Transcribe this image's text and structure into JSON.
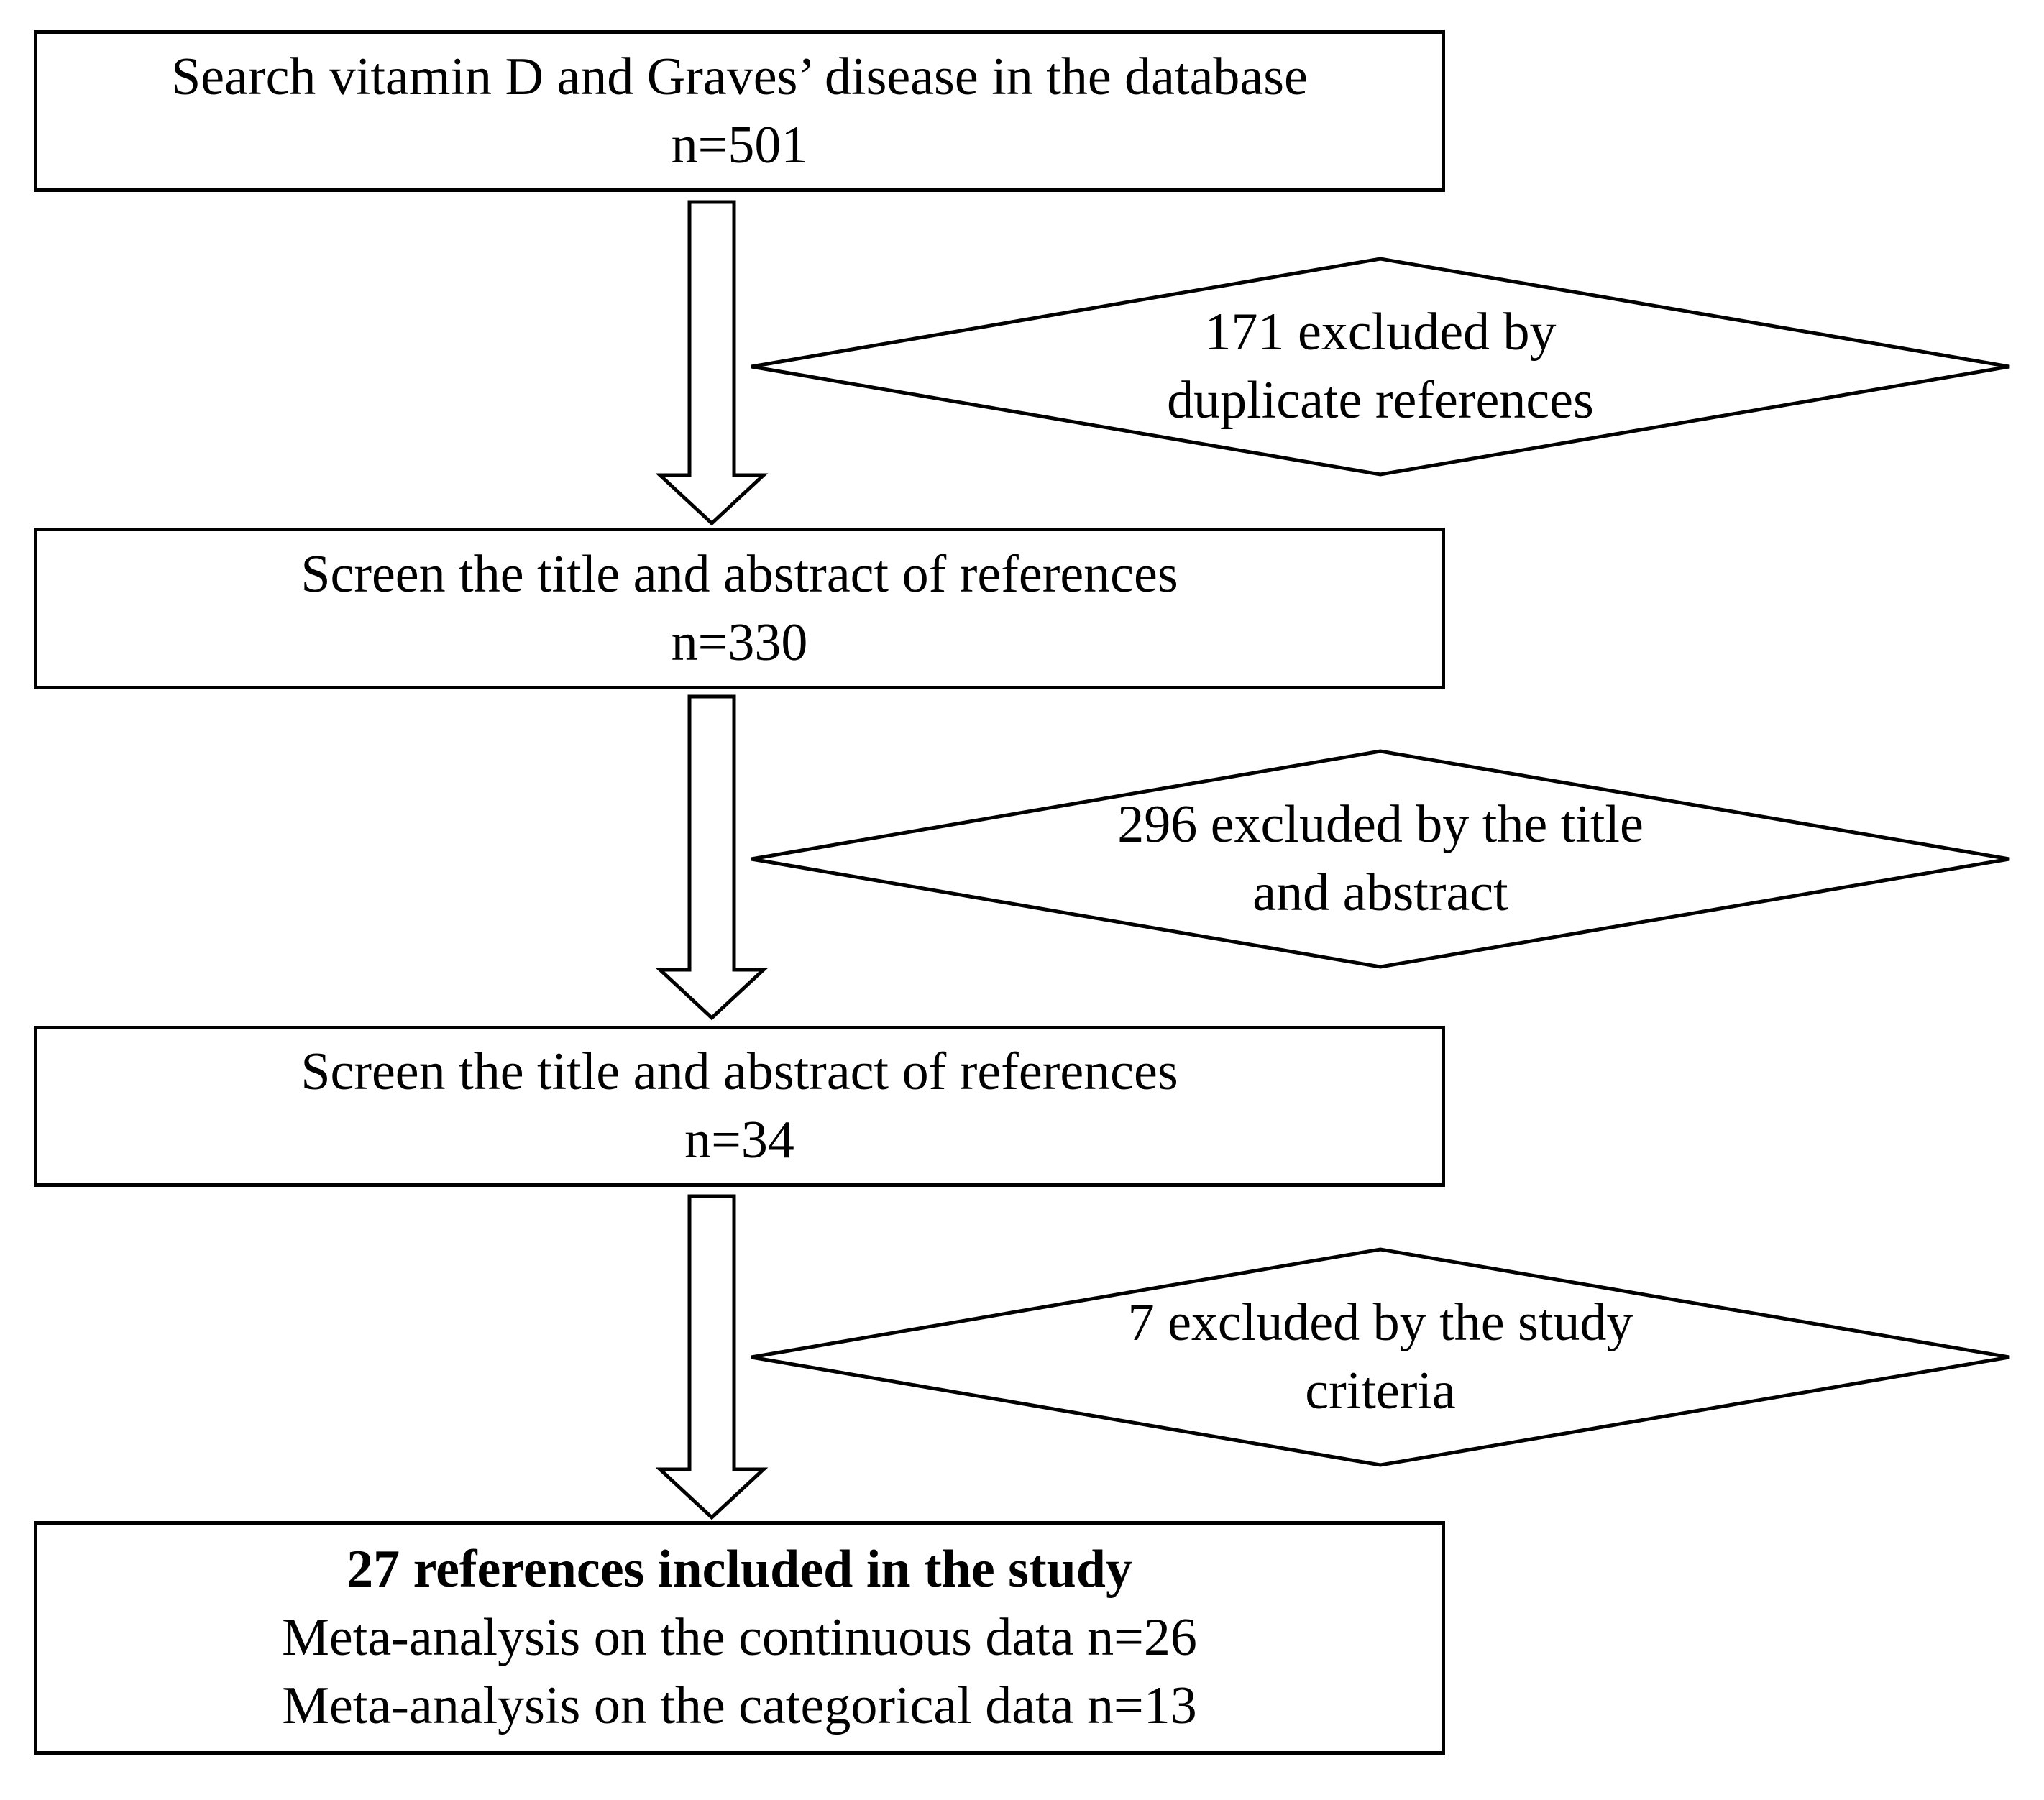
{
  "flowchart": {
    "colors": {
      "stroke": "#000000",
      "fill": "#ffffff"
    },
    "boxes": [
      {
        "lines": [
          "Search vitamin D and Graves’ disease in the database",
          "n=501"
        ]
      },
      {
        "lines": [
          "Screen the title and abstract of references",
          "n=330"
        ]
      },
      {
        "lines": [
          "Screen the title and abstract of references",
          "n=34"
        ]
      },
      {
        "title": "27 references included in the study",
        "lines": [
          "Meta-analysis on the continuous data n=26",
          "Meta-analysis on the categorical data n=13"
        ]
      }
    ],
    "exclusions": [
      {
        "lines": [
          "171 excluded by",
          "duplicate references"
        ]
      },
      {
        "lines": [
          "296 excluded by the title",
          "and abstract"
        ]
      },
      {
        "lines": [
          "7 excluded by the study",
          "criteria"
        ]
      }
    ]
  }
}
